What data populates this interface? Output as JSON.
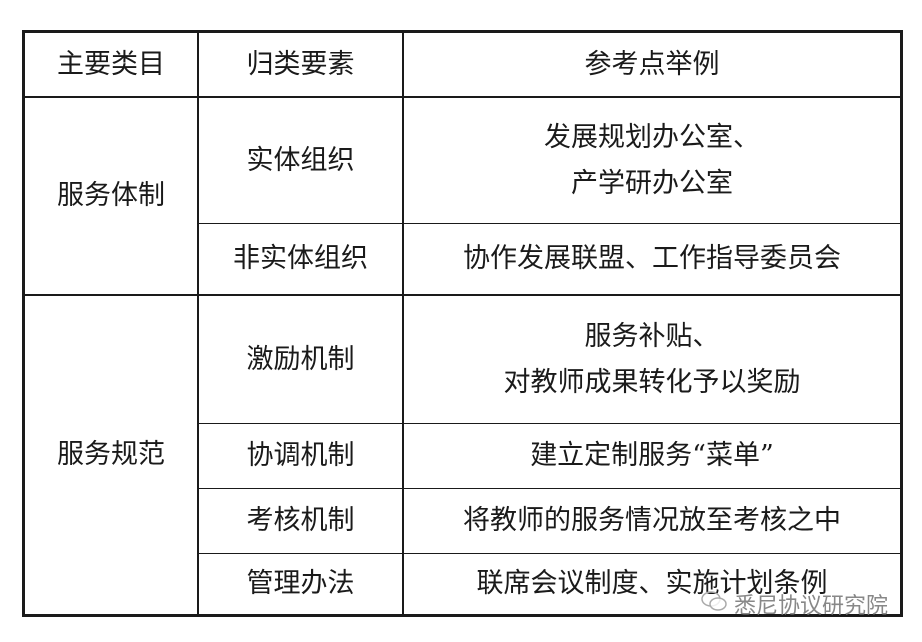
{
  "table": {
    "headers": [
      "主要类目",
      "归类要素",
      "参考点举例"
    ],
    "groups": [
      {
        "category": "服务体制",
        "rows": [
          {
            "element": "实体组织",
            "examples": [
              "发展规划办公室、",
              "产学研办公室"
            ]
          },
          {
            "element": "非实体组织",
            "examples": [
              "协作发展联盟、工作指导委员会"
            ]
          }
        ]
      },
      {
        "category": "服务规范",
        "rows": [
          {
            "element": "激励机制",
            "examples": [
              "服务补贴、",
              "对教师成果转化予以奖励"
            ]
          },
          {
            "element": "协调机制",
            "examples": [
              "建立定制服务“菜单”"
            ]
          },
          {
            "element": "考核机制",
            "examples": [
              "将教师的服务情况放至考核之中"
            ]
          },
          {
            "element": "管理办法",
            "examples": [
              "联席会议制度、实施计划条例"
            ]
          }
        ]
      }
    ]
  },
  "watermark": {
    "text": "悉尼协议研究院",
    "icon": "wechat-icon"
  }
}
